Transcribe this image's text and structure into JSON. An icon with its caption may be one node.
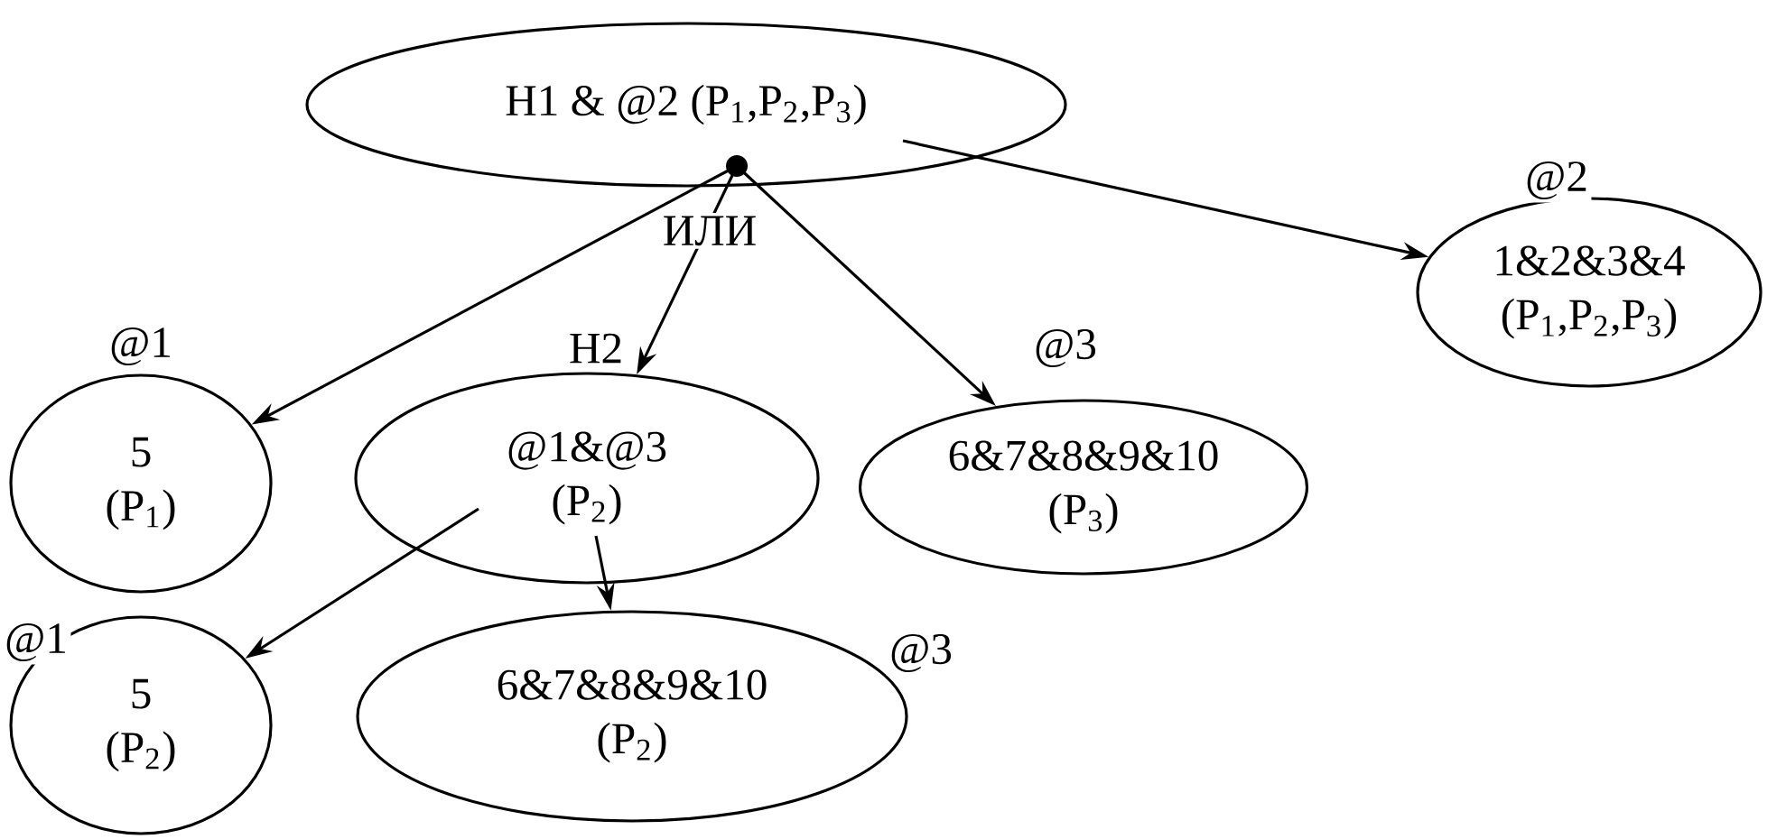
{
  "diagram": {
    "nodes": [
      {
        "text": [
          "H1 & @2 (P$_{1}$,P$_{2}$,P$_{3}$)"
        ]
      },
      {
        "text": [
          "1&2&3&4 (P$_{1}$,P$_{2}$,P$_{3}$)"
        ],
        "beside": [
          "@2"
        ]
      },
      {
        "text": [
          "5 (P$_{1}$)"
        ],
        "beside": [
          "@1"
        ]
      },
      {
        "text": [
          "@1&@3 (P$_{2}$)"
        ],
        "beside": [
          "H2"
        ]
      },
      {
        "text": [
          "6&7&8&9&10 (P$_{3}$)"
        ],
        "beside": [
          "@3"
        ]
      },
      {
        "text": [
          "5 (P$_{2}$)"
        ],
        "beside": [
          "@1"
        ]
      },
      {
        "text": [
          "6&7&8&9&10 (P$_{2}$)"
        ],
        "beside": [
          "@3"
        ]
      }
    ],
    "edges": [
      {
        "from": 0,
        "to": 2,
        "arrow": "to"
      },
      {
        "from": 0,
        "to": 3,
        "arrow": "to"
      },
      {
        "from": 0,
        "to": 4,
        "arrow": "to"
      },
      {
        "from": 0,
        "to": 1,
        "arrow": "to"
      },
      {
        "from": 3,
        "to": 5,
        "arrow": "to"
      },
      {
        "from": 3,
        "to": 6,
        "arrow": "to"
      }
    ],
    "labels": [
      "ИЛИ"
    ]
  }
}
